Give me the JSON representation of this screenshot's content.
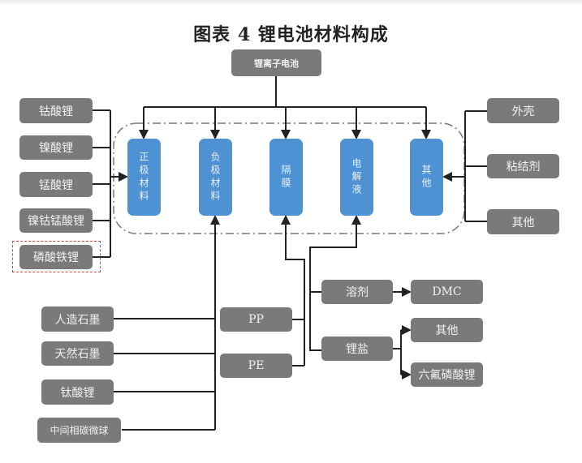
{
  "title": "图表 4 锂电池材料构成",
  "root": "锂离子电池",
  "main_components": [
    {
      "label": "正极材料"
    },
    {
      "label": "负极材料"
    },
    {
      "label": "隔膜"
    },
    {
      "label": "电解液"
    },
    {
      "label": "其他"
    }
  ],
  "cathode_materials": [
    "钴酸锂",
    "镍酸锂",
    "锰酸锂",
    "镍钴锰酸锂",
    "磷酸铁锂"
  ],
  "highlighted_cathode": "磷酸铁锂",
  "other_components": [
    "外壳",
    "粘结剂",
    "其他"
  ],
  "anode_materials": [
    "人造石墨",
    "天然石墨",
    "钛酸锂",
    "中间相碳微球"
  ],
  "separator_materials": [
    "PP",
    "PE"
  ],
  "electrolyte": {
    "solvent": {
      "label": "溶剂",
      "children": [
        "DMC"
      ]
    },
    "lithium_salt": {
      "label": "锂盐",
      "children": [
        "其他",
        "六氟磷酸锂"
      ]
    }
  },
  "colors": {
    "gray_box": "#7a7a7a",
    "blue_box": "#4e92d4",
    "highlight": "#c8453c"
  }
}
